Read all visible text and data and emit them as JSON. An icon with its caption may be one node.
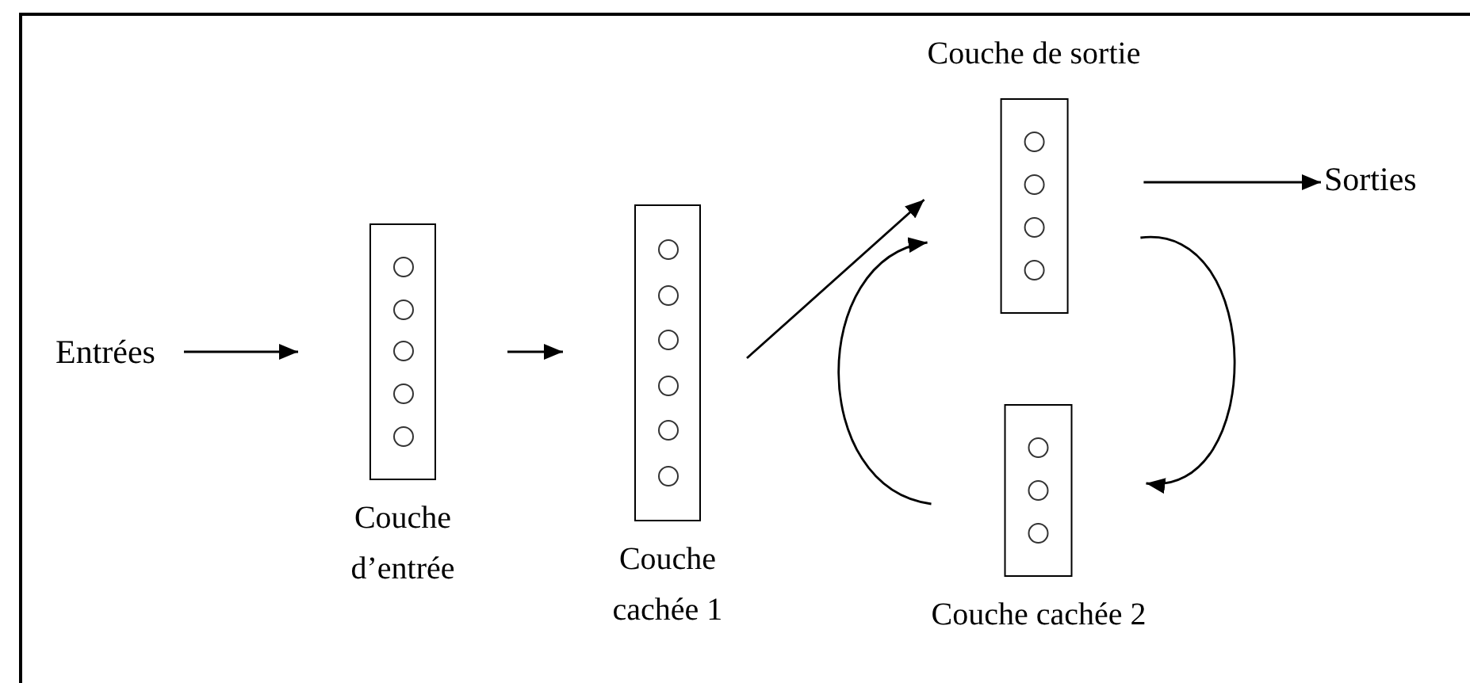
{
  "diagram": {
    "nodes": [
      {
        "text": [
          "Entrées"
        ]
      },
      {
        "text": [
          "Couche d’entrée"
        ]
      },
      {
        "text": [
          "Couche cachée 1"
        ]
      },
      {
        "text": [
          "Couche de sortie"
        ]
      },
      {
        "text": [
          "Sorties"
        ]
      },
      {
        "text": [
          "Couche cachée 2"
        ]
      }
    ],
    "edges": [
      {
        "from": 0,
        "to": 1,
        "arrow": "to"
      },
      {
        "from": 1,
        "to": 2,
        "arrow": "to"
      },
      {
        "from": 2,
        "to": 3,
        "arrow": "to"
      },
      {
        "from": 3,
        "to": 4,
        "arrow": "to"
      },
      {
        "from": 3,
        "to": 5,
        "arrow": "to"
      },
      {
        "from": 5,
        "to": 3,
        "arrow": "to"
      }
    ]
  }
}
